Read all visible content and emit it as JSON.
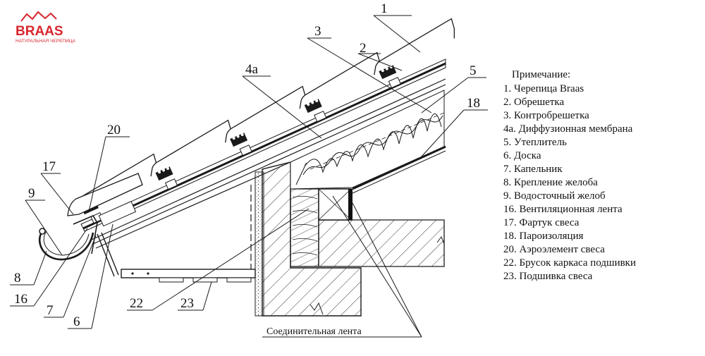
{
  "logo": {
    "brand": "BRAAS",
    "tagline": "НАТУРАЛЬНАЯ ЧЕРЕПИЦА",
    "color": "#d8272e"
  },
  "notes": {
    "title": "Примечание:",
    "items": [
      "1. Черепица Braas",
      "2. Обрешетка",
      "3. Контробрешетка",
      "4а. Диффузионная мембрана",
      "5. Утеплитель",
      "6. Доска",
      "7. Капельник",
      "8. Крепление желоба",
      "9. Водосточный желоб",
      "16. Вентиляционная лента",
      "17. Фартук свеса",
      "18. Пароизоляция",
      "20. Аэроэлемент свеса",
      "22. Брусок каркаса подшивки",
      "23. Подшивка свеса"
    ]
  },
  "callouts": [
    "1",
    "2",
    "3",
    "4а",
    "5",
    "18",
    "20",
    "17",
    "9",
    "8",
    "16",
    "7",
    "6",
    "22",
    "23"
  ],
  "bottom_caption": "Соединительная лента"
}
